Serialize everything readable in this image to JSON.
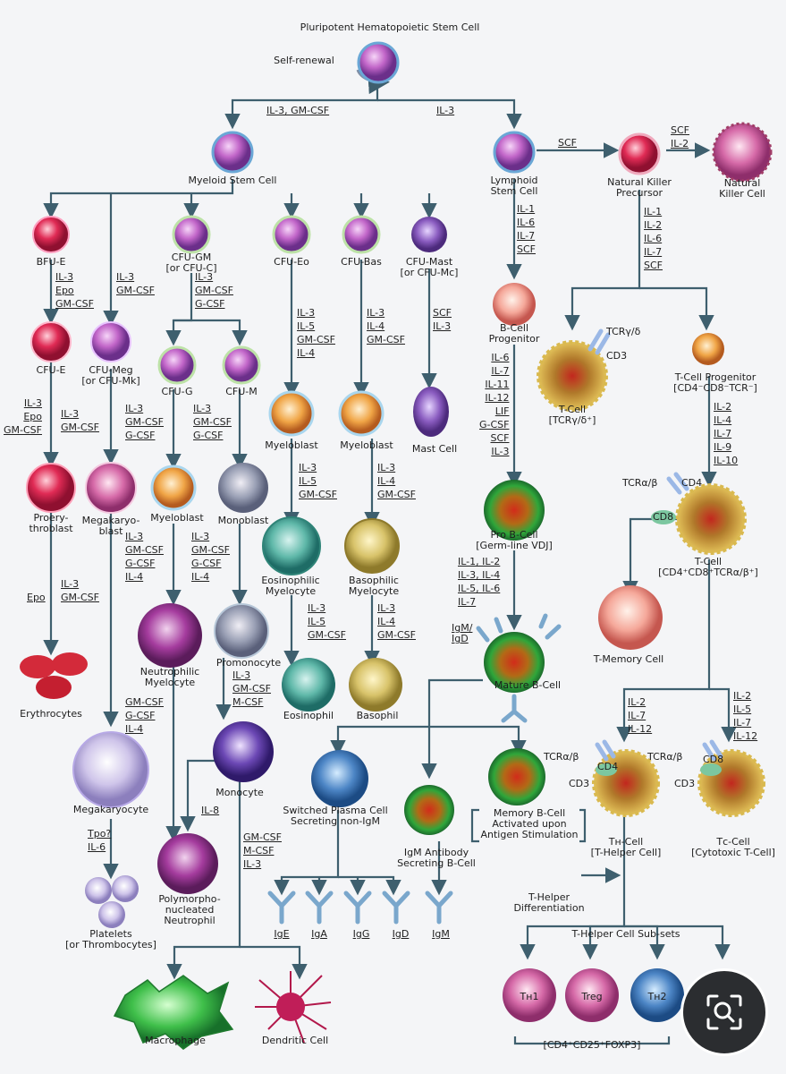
{
  "title": "Pluripotent Hematopoietic Stem Cell",
  "self_renewal": "Self-renewal",
  "nodes": {
    "myeloid_stem": "Myeloid Stem Cell",
    "lymphoid_stem": "Lymphoid\nStem Cell",
    "nk_precursor": "Natural Killer\nPrecursor",
    "nk_cell": "Natural\nKiller Cell",
    "bfu_e": "BFU-E",
    "cfu_gm": "CFU-GM\n[or CFU-C]",
    "cfu_eo": "CFU-Eo",
    "cfu_bas": "CFU-Bas",
    "cfu_mast": "CFU-Mast\n[or CFU-Mc]",
    "cfu_e": "CFU-E",
    "cfu_meg": "CFU-Meg\n[or CFU-Mk]",
    "cfu_g": "CFU-G",
    "cfu_m": "CFU-M",
    "b_progenitor": "B-Cell\nProgenitor",
    "t_tcr_gd": "T-Cell\n[TCRγ/δ⁺]",
    "t_progenitor": "T-Cell Progenitor\n[CD4⁻CD8⁻TCR⁻]",
    "myeloblast_eo": "Myeloblast",
    "myeloblast_bas": "Myeloblast",
    "mast_cell": "Mast Cell",
    "proerythroblast": "Proery-\nthroblast",
    "megakaryoblast": "Megakaryo-\nblast",
    "myeloblast_n": "Myeloblast",
    "monoblast": "Monoblast",
    "pro_b": "Pro B-Cell\n[Germ-line VDJ]",
    "t_cell_dp": "T-Cell\n[CD4⁺CD8⁺TCRα/β⁺]",
    "eo_myelocyte": "Eosinophilic\nMyelocyte",
    "baso_myelocyte": "Basophilic\nMyelocyte",
    "erythrocytes": "Erythrocytes",
    "neutro_myelocyte": "Neutrophilic\nMyelocyte",
    "promonocyte": "Promonocyte",
    "eosinophil": "Eosinophil",
    "basophil": "Basophil",
    "mature_b": "Mature B-Cell",
    "t_memory": "T-Memory Cell",
    "megakaryocyte": "Megakaryocyte",
    "monocyte": "Monocyte",
    "plasma": "Switched Plasma Cell\nSecreting non-IgM",
    "igm_secreting": "IgM Antibody\nSecreting B-Cell",
    "memory_b": "Memory B-Cell\nActivated upon\nAntigen Stimulation",
    "th_cell": "Tʜ-Cell\n[T-Helper Cell]",
    "tc_cell": "Tᴄ-Cell\n[Cytotoxic T-Cell]",
    "t_helper_diff": "T-Helper\nDifferentiation",
    "pmn": "Polymorpho-\nnucleated\nNeutrophil",
    "platelets": "Platelets\n[or Thrombocytes]",
    "th_subsets": "T-Helper Cell Sub-sets",
    "macrophage": "Macrophage",
    "dendritic": "Dendritic Cell",
    "th1": "Tʜ1",
    "treg": "Treg",
    "th2": "Tʜ2",
    "foxp3": "[CD4⁺CD25⁺FOXP3]"
  },
  "antibodies": [
    "IgE",
    "IgA",
    "IgG",
    "IgD",
    "IgM"
  ],
  "receptors": {
    "tcr_gd": "TCRγ/δ",
    "cd3": "CD3",
    "tcr_ab": "TCRα/β",
    "cd4": "CD4",
    "cd8": "CD8",
    "igm_igd": "IgM/\nIgD"
  },
  "factors": {
    "f1": [
      "IL-3, GM-CSF"
    ],
    "f2": [
      "IL-3"
    ],
    "f3": [
      "SCF"
    ],
    "f4": [
      "SCF",
      "IL-2"
    ],
    "f5": [
      "IL-1",
      "IL-6",
      "IL-7",
      "SCF"
    ],
    "f6": [
      "IL-1",
      "IL-2",
      "IL-6",
      "IL-7",
      "SCF"
    ],
    "f7": [
      "IL-3",
      "Epo",
      "GM-CSF"
    ],
    "f8": [
      "IL-3",
      "GM-CSF"
    ],
    "f9": [
      "IL-3",
      "GM-CSF",
      "G-CSF"
    ],
    "f10": [
      "IL-3",
      "IL-5",
      "GM-CSF",
      "IL-4"
    ],
    "f11": [
      "IL-3",
      "IL-4",
      "GM-CSF"
    ],
    "f12": [
      "SCF",
      "IL-3"
    ],
    "f13": [
      "IL-6",
      "IL-7",
      "IL-11",
      "IL-12",
      "LIF",
      "G-CSF",
      "SCF",
      "IL-3"
    ],
    "f14": [
      "IL-2",
      "IL-4",
      "IL-7",
      "IL-9",
      "IL-10"
    ],
    "f15": [
      "IL-3",
      "Epo",
      "GM-CSF"
    ],
    "f16": [
      "IL-3",
      "GM-CSF"
    ],
    "f17": [
      "IL-3",
      "GM-CSF",
      "G-CSF"
    ],
    "f18": [
      "IL-3",
      "GM-CSF",
      "G-CSF"
    ],
    "f19": [
      "IL-3",
      "IL-5",
      "GM-CSF"
    ],
    "f20": [
      "IL-3",
      "IL-4",
      "GM-CSF"
    ],
    "f21": [
      "IL-1, IL-2",
      "IL-3, IL-4",
      "IL-5, IL-6",
      "IL-7"
    ],
    "f22": [
      "Epo"
    ],
    "f23": [
      "IL-3",
      "GM-CSF"
    ],
    "f24": [
      "IL-3",
      "GM-CSF",
      "G-CSF",
      "IL-4"
    ],
    "f25": [
      "IL-3",
      "GM-CSF",
      "G-CSF",
      "IL-4"
    ],
    "f26": [
      "IL-3",
      "IL-5",
      "GM-CSF"
    ],
    "f27": [
      "IL-3",
      "IL-4",
      "GM-CSF"
    ],
    "f28": [
      "IL-3",
      "GM-CSF",
      "M-CSF"
    ],
    "f29": [
      "GM-CSF",
      "G-CSF",
      "IL-4"
    ],
    "f30": [
      "IL-2",
      "IL-7",
      "IL-12"
    ],
    "f31": [
      "IL-2",
      "IL-5",
      "IL-7",
      "IL-12"
    ],
    "f32": [
      "IL-8"
    ],
    "f33": [
      "GM-CSF",
      "M-CSF",
      "IL-3"
    ],
    "f34": [
      "Tpo?",
      "IL-6"
    ]
  },
  "colors": {
    "line": "#3e5f6e",
    "myeloid": "#c264c8",
    "eryth": "#d82046",
    "green_b": "#2aa23a",
    "t_cell": "#c9a53a"
  },
  "icon": "search-lens-icon"
}
